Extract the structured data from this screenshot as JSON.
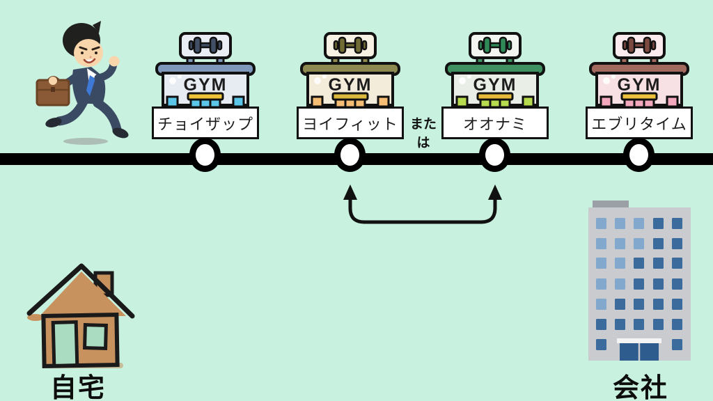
{
  "colors": {
    "background": "#c8f2df",
    "route_line": "#000000",
    "station_fill": "#ffffff",
    "label_box_bg": "#ffffff",
    "label_box_border": "#111111",
    "arrow": "#111111",
    "house_body": "#c8925f",
    "house_outline": "#1a1a1a",
    "house_door": "#a9dcc1",
    "building_body": "#c9cbcf",
    "building_roof_block": "#9aa0a6",
    "building_window_dark": "#3a6b9c",
    "building_window_light": "#82a8ce",
    "building_entrance": "#2e5c8e",
    "suit": "#3b4a63",
    "skin": "#f8d5ab",
    "tie": "#3f79d6",
    "briefcase": "#8a5a36",
    "hair": "#20211f"
  },
  "gym_sign_text": "GYM",
  "route": {
    "or_label": "または",
    "stops": [
      {
        "label": "チョイザップ",
        "colors": {
          "roof": "#7e97bb",
          "body": "#e7ebf2",
          "sign": "#eaedf4",
          "window": "#5bc6e8",
          "dumbbell": "#414f66",
          "awning": "#f0c33d"
        }
      },
      {
        "label": "ヨイフィット",
        "colors": {
          "roof": "#8e8950",
          "body": "#f4ecda",
          "sign": "#f7f1e3",
          "window": "#f6bd75",
          "dumbbell": "#716b36",
          "awning": "#dcb93e"
        }
      },
      {
        "label": "オオナミ",
        "colors": {
          "roof": "#3f9162",
          "body": "#e9efe6",
          "sign": "#f3f6f0",
          "window": "#b7db4f",
          "dumbbell": "#2f8a58",
          "awning": "#e7ba3c"
        }
      },
      {
        "label": "エブリタイム",
        "colors": {
          "roof": "#a2695f",
          "body": "#f8e1e5",
          "sign": "#fbebee",
          "window": "#f4a8be",
          "dumbbell": "#7d4a42",
          "awning": "#eec23e"
        }
      }
    ]
  },
  "endpoints": {
    "home_label": "自宅",
    "company_label": "会社"
  }
}
